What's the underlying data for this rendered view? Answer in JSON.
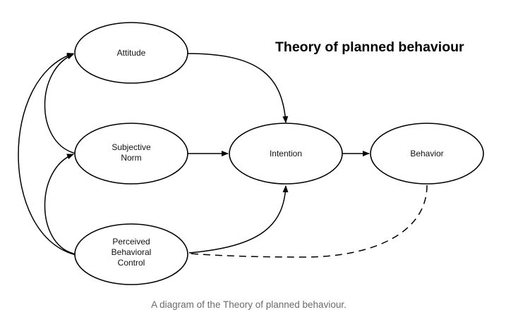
{
  "title": "Theory of planned behaviour",
  "nodes": {
    "attitude": [
      "Attitude"
    ],
    "subjective_norm": [
      "Subjective",
      "Norm"
    ],
    "perceived_behavioral_control": [
      "Perceived",
      "Behavioral",
      "Control"
    ],
    "intention": [
      "Intention"
    ],
    "behavior": [
      "Behavior"
    ]
  },
  "caption": "A diagram of the Theory of planned behaviour."
}
